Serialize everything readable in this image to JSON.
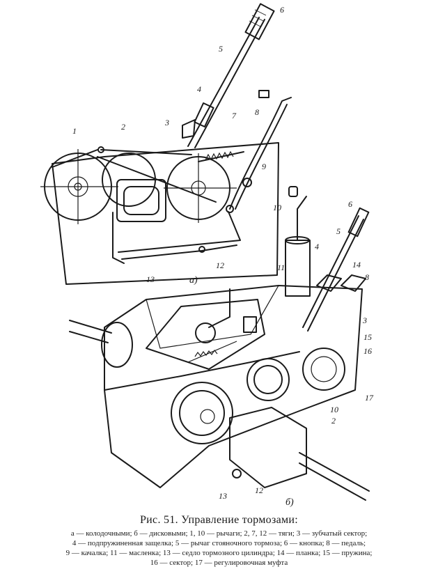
{
  "figure": {
    "subfig_a": "а)",
    "subfig_b": "б)",
    "labels_a": [
      "1",
      "2",
      "3",
      "4",
      "5",
      "6",
      "7",
      "8",
      "9",
      "10",
      "12",
      "13"
    ],
    "labels_b": [
      "2",
      "3",
      "4",
      "5",
      "6",
      "8",
      "10",
      "11",
      "12",
      "13",
      "14",
      "15",
      "16",
      "17"
    ]
  },
  "caption": {
    "title": "Рис. 51. Управление тормозами:",
    "legend_lines": [
      "а — колодочными; б — дисковыми; 1, 10 — рычаги; 2, 7, 12 — тяги; 3 — зубчатый сектор;",
      "4 — подпружиненная защелка; 5 — рычаг стояночного тормоза; 6 — кнопка; 8 — педаль;",
      "9 — качалка; 11 — масленка; 13 — седло тормозного цилиндра; 14 — планка; 15 — пружина;",
      "16 — сектор; 17 — регулировочная муфта"
    ]
  }
}
